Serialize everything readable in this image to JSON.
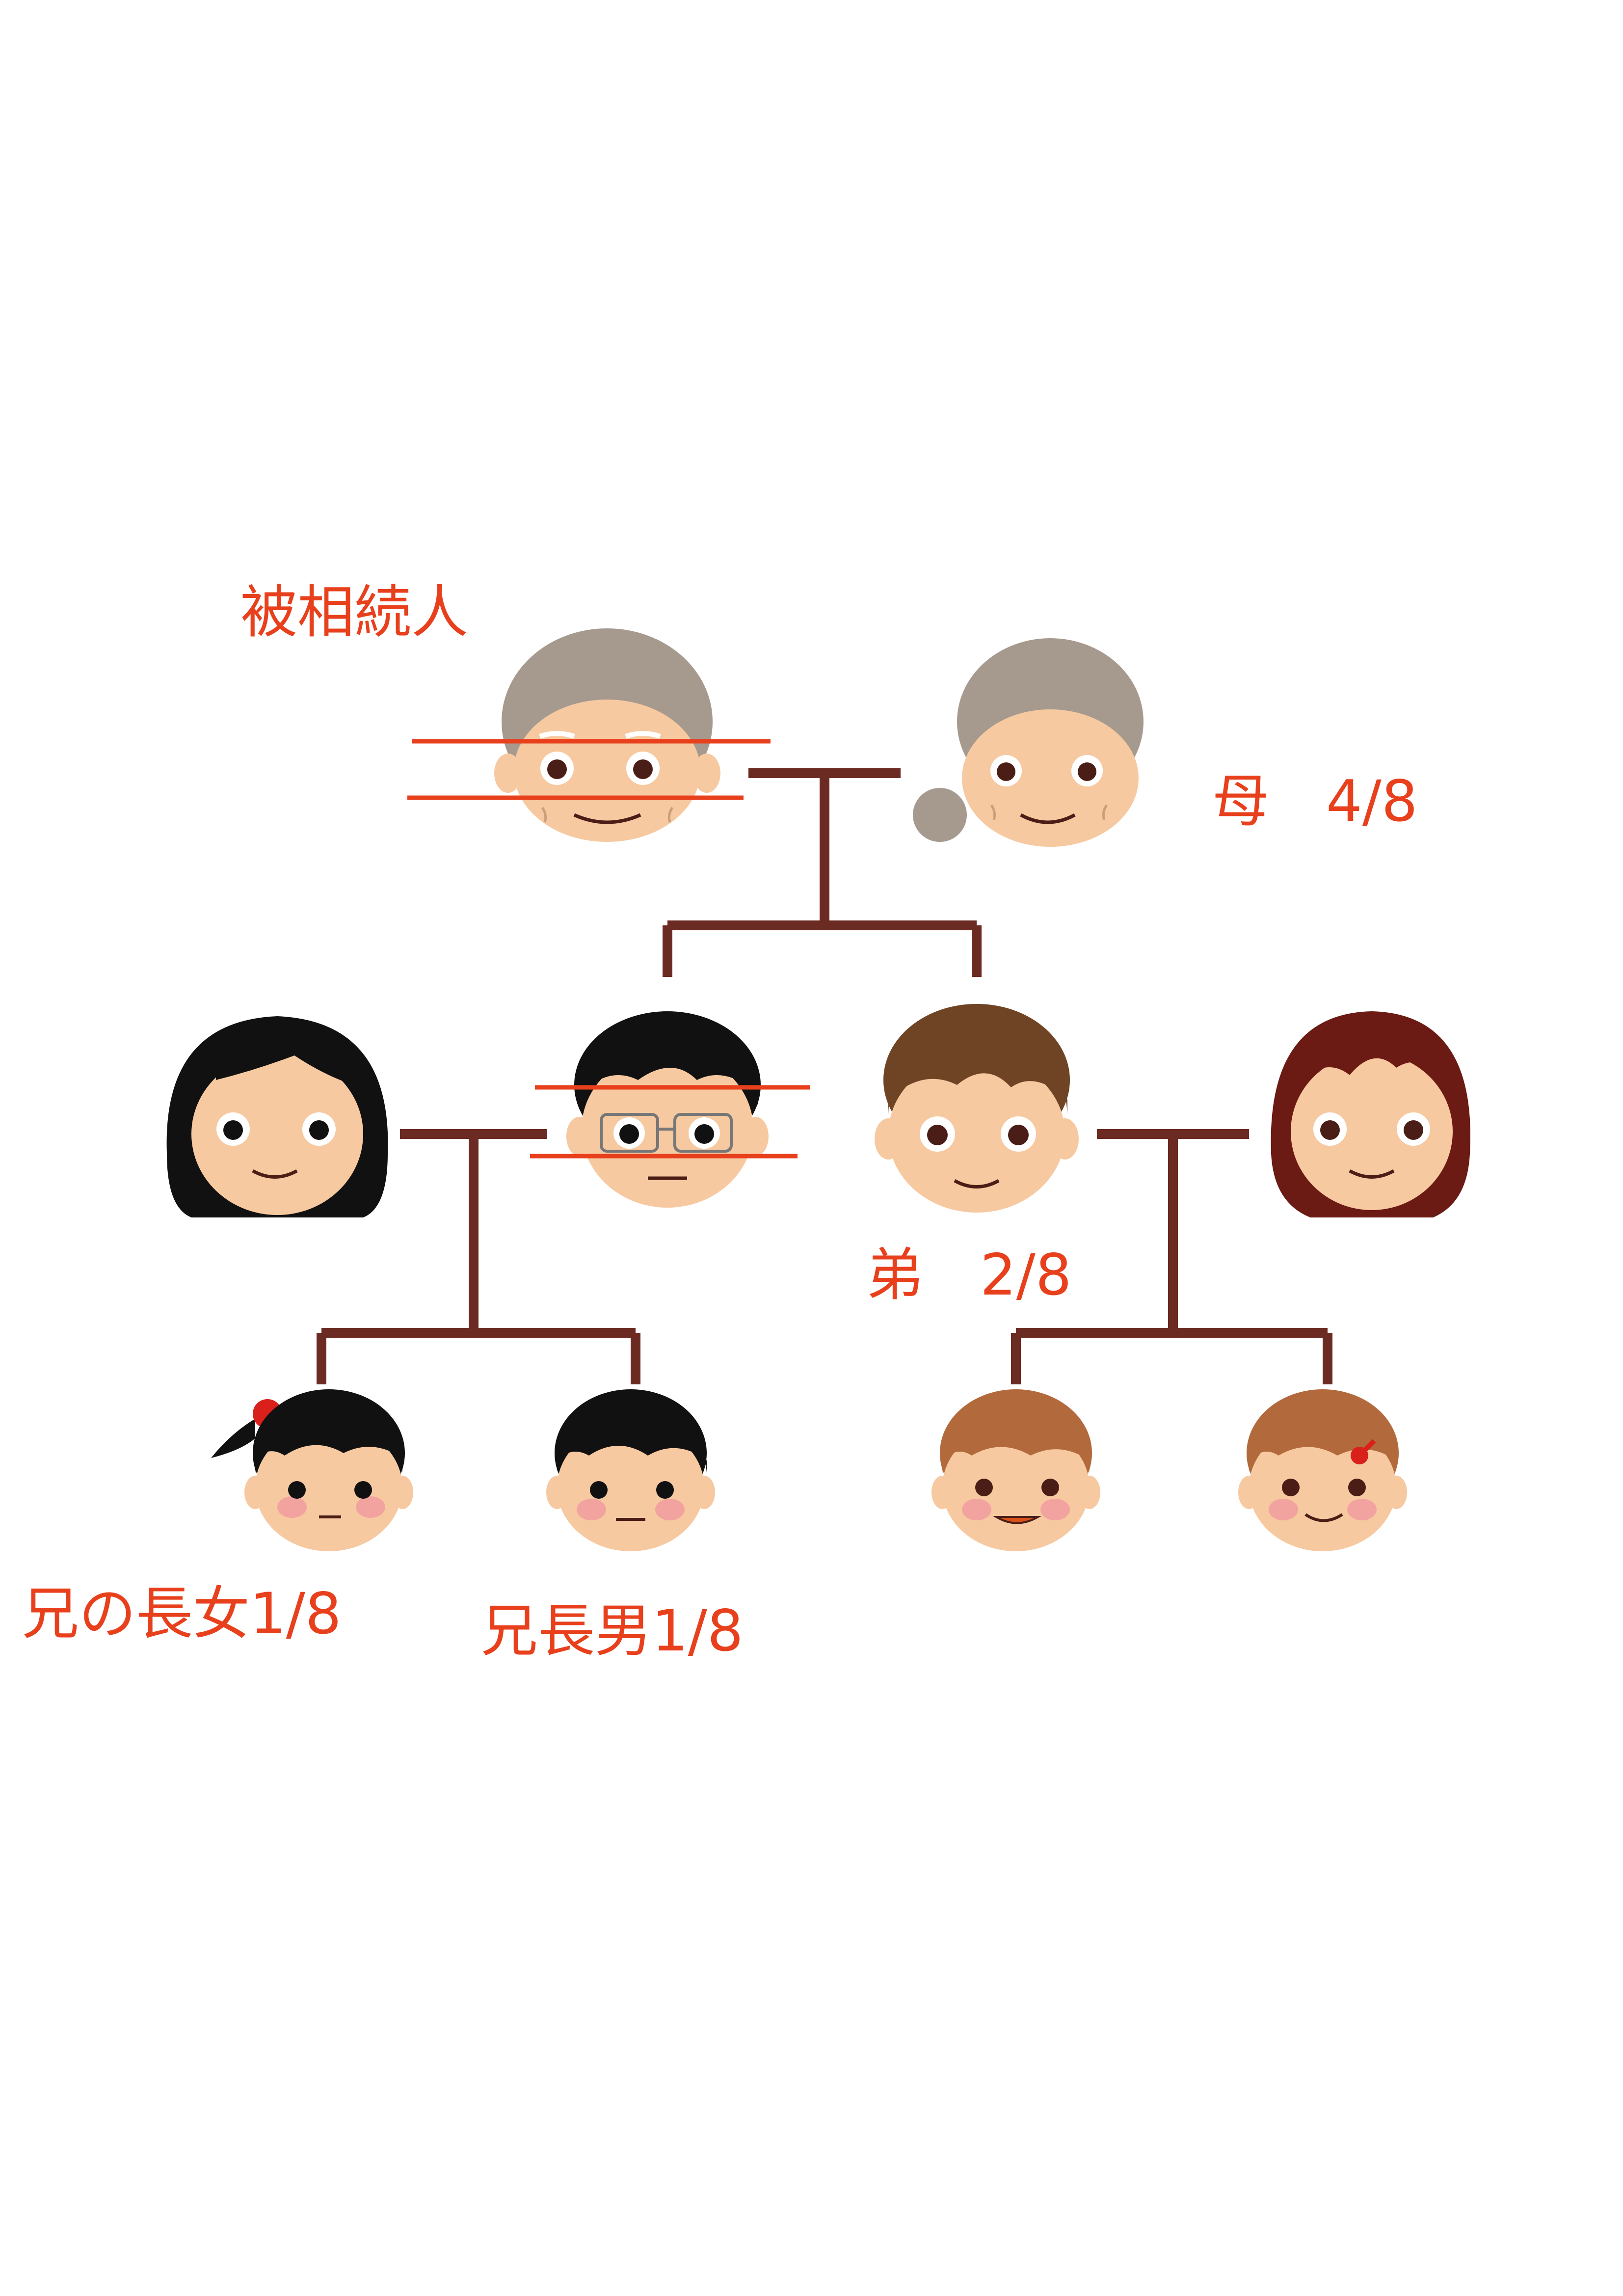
{
  "labels": {
    "deceased": "被相続人",
    "mother": "母　4/8",
    "younger_brother": "弟　2/8",
    "elder_brother_daughter": "兄の長女1/8",
    "elder_brother_son": "兄長男1/8"
  },
  "colors": {
    "line": "#6b2a22",
    "label": "#e8401c",
    "strike": "#e8401c",
    "skin": "#f7c9a0",
    "hair_grey": "#a69a8e",
    "hair_black": "#111111",
    "hair_brown": "#6e4424",
    "hair_auburn": "#6b1a14",
    "hair_light_brown": "#b26a3c",
    "cheek": "#f2a3a0"
  },
  "icons": [
    "deceased-father-face-icon",
    "mother-face-icon",
    "elder-brother-wife-face-icon",
    "elder-brother-face-icon",
    "younger-brother-face-icon",
    "younger-brother-wife-face-icon",
    "niece-face-icon",
    "nephew-face-icon",
    "younger-brother-son-face-icon",
    "younger-brother-daughter-face-icon"
  ]
}
